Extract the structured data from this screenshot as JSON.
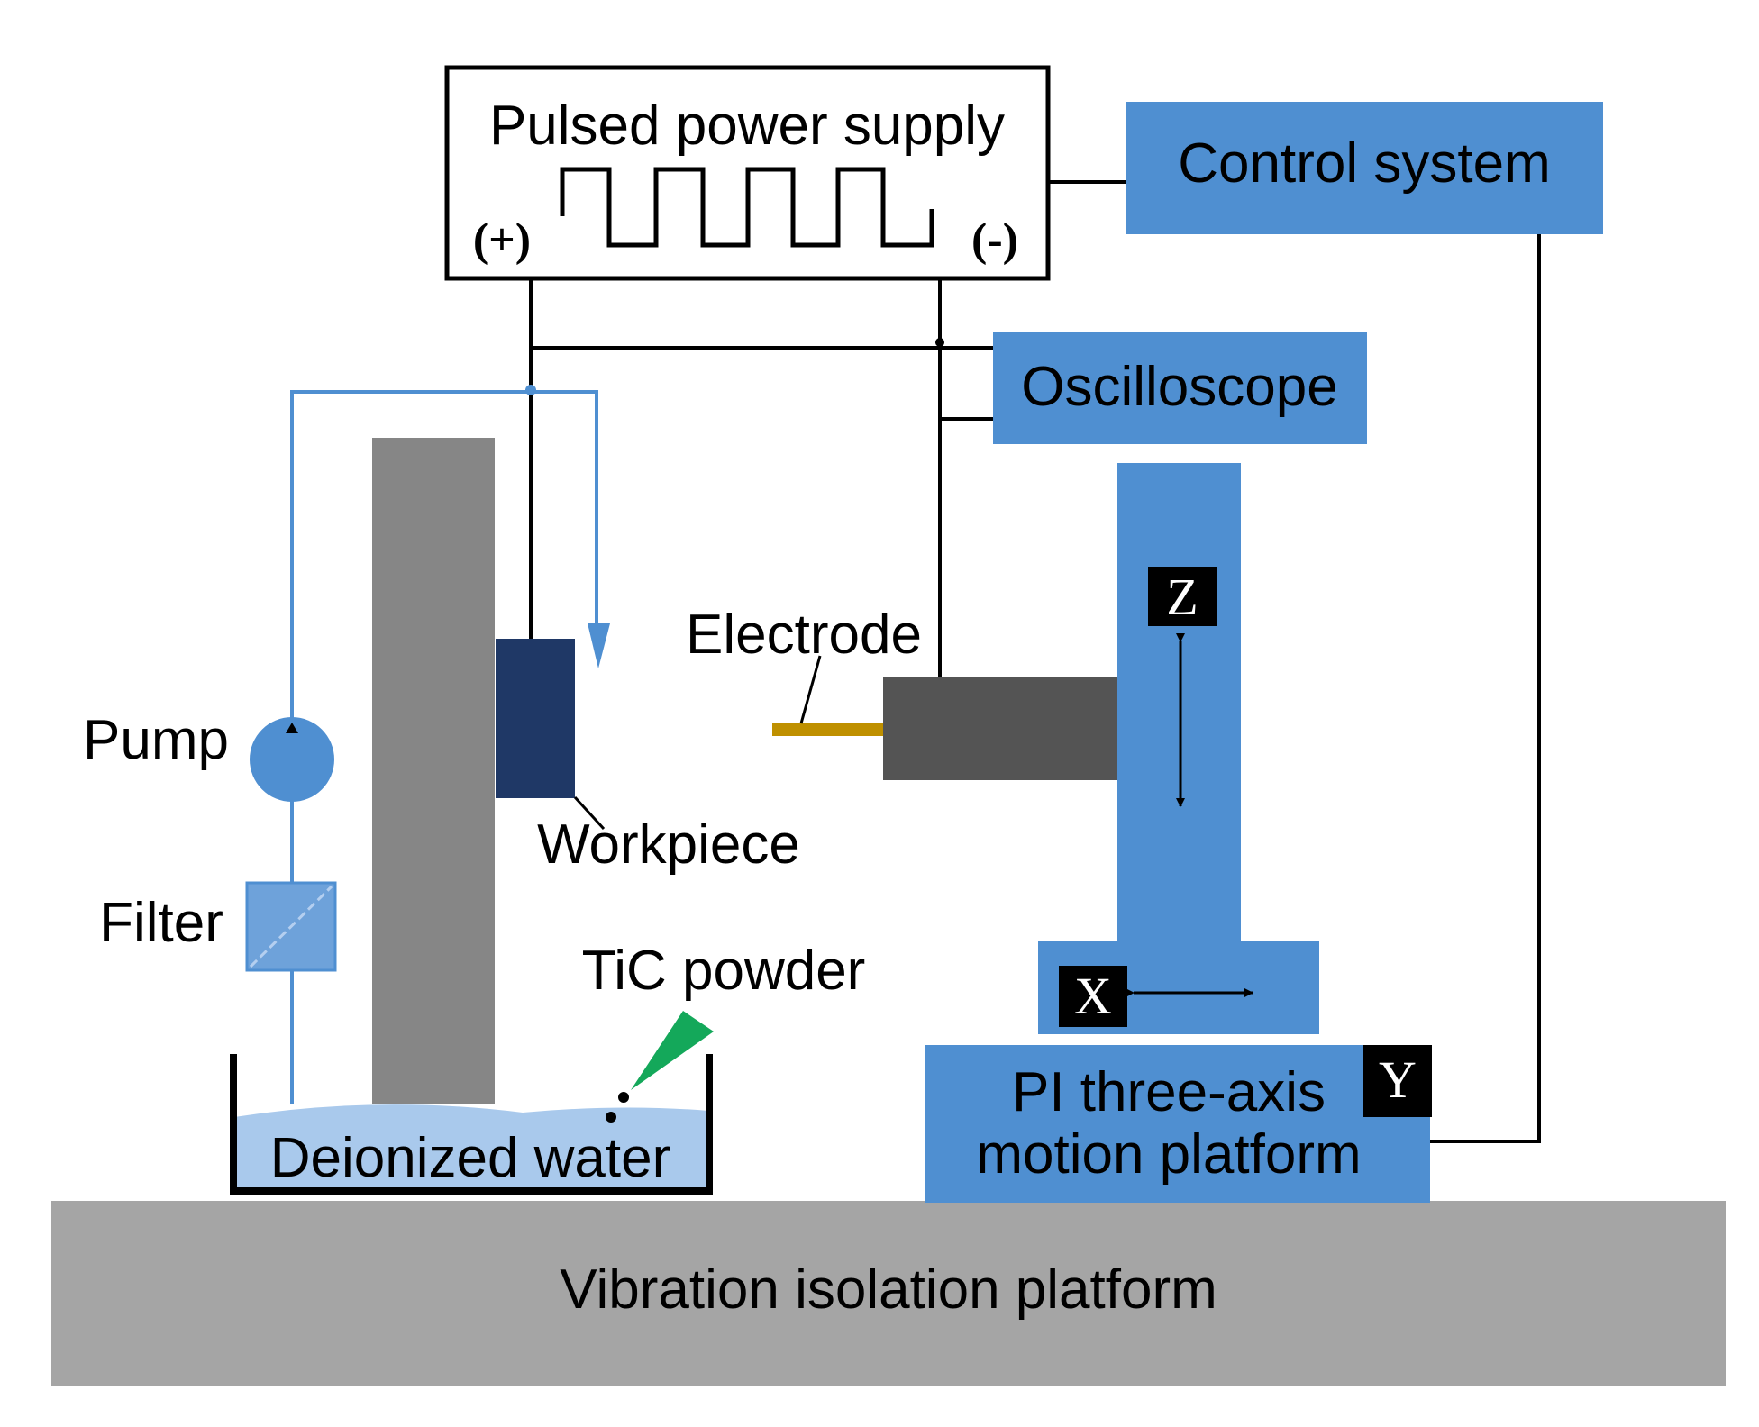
{
  "colors": {
    "blue": "#4f8fd1",
    "dark_navy": "#1f3866",
    "gray_column": "#868686",
    "dark_gray": "#545454",
    "platform_gray": "#a5a5a5",
    "water": "#a9c9ec",
    "electrode": "#bf9000",
    "powder": "#14a85a"
  },
  "labels": {
    "power_supply": "Pulsed power supply",
    "plus": "(+)",
    "minus": "(-)",
    "control_system": "Control system",
    "oscilloscope": "Oscilloscope",
    "electrode": "Electrode",
    "workpiece": "Workpiece",
    "pump": "Pump",
    "filter": "Filter",
    "tic_powder": "TiC powder",
    "deionized_water": "Deionized water",
    "platform_line1": "PI three-axis",
    "platform_line2": "motion platform",
    "vibration_platform": "Vibration isolation platform",
    "axis_z": "Z",
    "axis_x": "X",
    "axis_y": "Y"
  }
}
